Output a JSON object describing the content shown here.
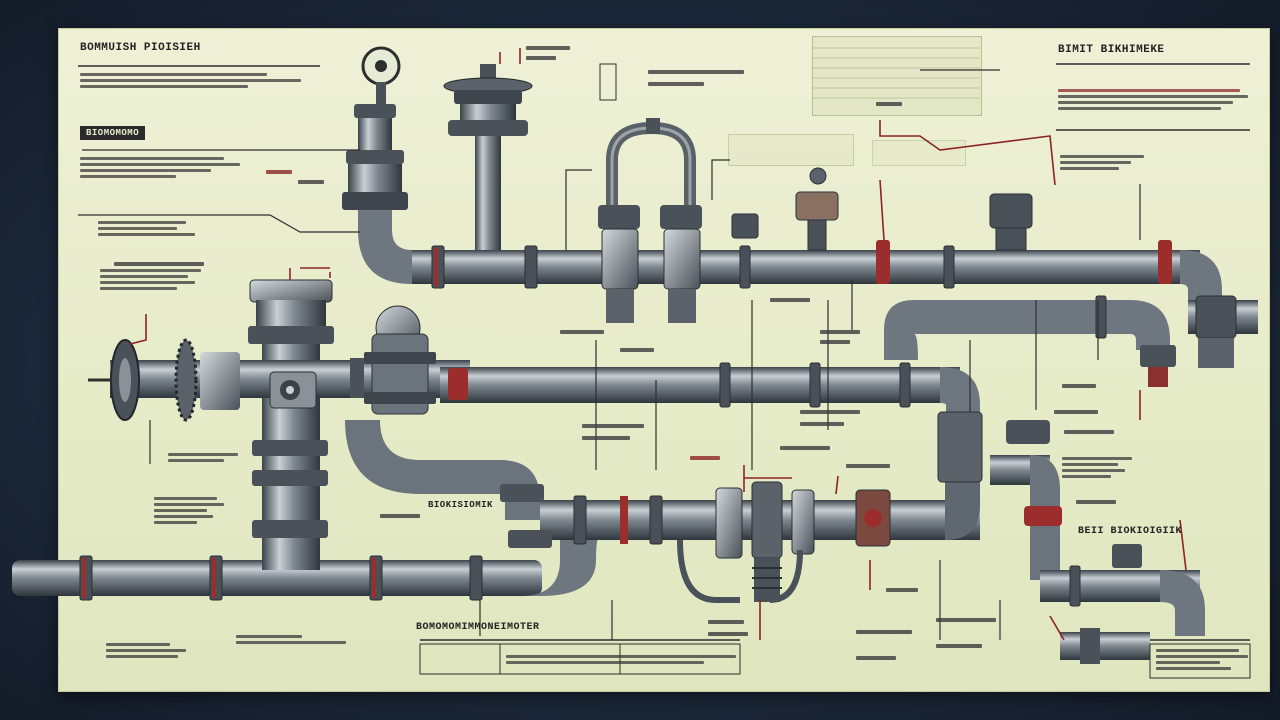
{
  "diagram": {
    "sheet_title": "BOMMUISH PIOISIEH",
    "box_label_left": "BIOMOMOMO",
    "top_right_title": "BIMIT BIKHIMEKE",
    "bottom_center_title": "BOMOMOMIMMONEIMOTER",
    "label_right_mid": "BEII BIOKIOIGIIK",
    "label_lower_mid": "BIOKISIOMIK",
    "colors": {
      "sheet": "#e8edcc",
      "pipe": "#6e7780",
      "pipe_highlight": "#c9d0d4",
      "pipe_shadow": "#3a424a",
      "flange_accent": "#9b2d2d",
      "leader_line": "#8b2525",
      "dark_line": "#2e2e2e"
    },
    "icons": [
      "gate-valve-icon",
      "pressure-gauge-icon",
      "pipe-elbow-icon",
      "flange-icon",
      "control-valve-icon",
      "pump-icon"
    ]
  }
}
